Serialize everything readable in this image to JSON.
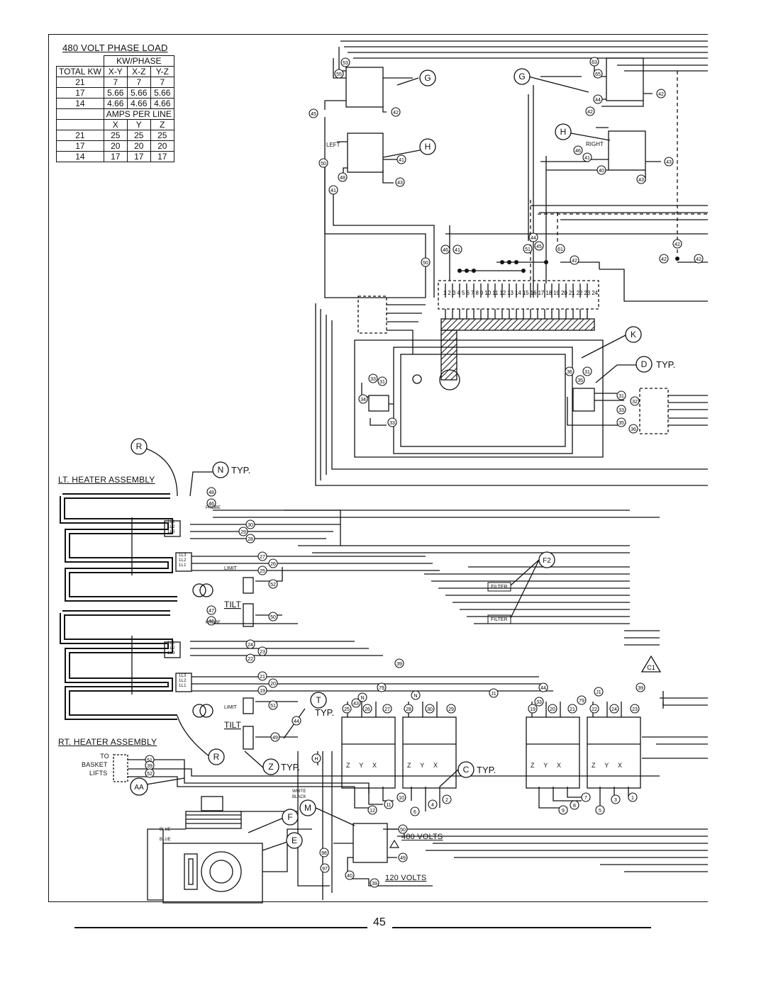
{
  "load_table": {
    "title": "480 VOLT PHASE LOAD",
    "kw_header": "KW/PHASE",
    "col_total": "TOTAL KW",
    "phase_cols": [
      "X-Y",
      "X-Z",
      "Y-Z"
    ],
    "kw_rows": [
      [
        "21",
        "7",
        "7",
        "7"
      ],
      [
        "17",
        "5.66",
        "5.66",
        "5.66"
      ],
      [
        "14",
        "4.66",
        "4.66",
        "4.66"
      ]
    ],
    "amps_header": "AMPS PER LINE",
    "line_cols": [
      "X",
      "Y",
      "Z"
    ],
    "amps_rows": [
      [
        "21",
        "25",
        "25",
        "25"
      ],
      [
        "17",
        "20",
        "20",
        "20"
      ],
      [
        "14",
        "17",
        "17",
        "17"
      ]
    ]
  },
  "labels": {
    "lt_heater": "LT. HEATER ASSEMBLY",
    "rt_heater": "RT. HEATER ASSEMBLY",
    "left": "LEFT",
    "right": "RIGHT",
    "typ": "TYP.",
    "probe": "PROBE",
    "limit": "LIMIT",
    "tilt": "TILT",
    "filter": "FILTER",
    "to_basket_lifts": [
      "TO",
      "BASKET",
      "LIFTS"
    ],
    "white": "WHITE",
    "black": "BLACK",
    "blue": "BLUE",
    "v480": "480 VOLTS",
    "v120": "120 VOLTS",
    "c1": "C1",
    "contactor_terms": [
      "Z",
      "Y",
      "X"
    ],
    "connector_nums": "1 2 3 4 5 6 7 8 9 10 11 12 13 14 15 16 17 18 19 20 21 22 23 24",
    "heater_terms": [
      "1L1",
      "1L2",
      "1L3"
    ],
    "heater_terms_b": [
      "1L3",
      "1L2",
      "1L1"
    ]
  },
  "callouts": [
    "R",
    "N",
    "G",
    "H",
    "K",
    "D",
    "T",
    "Z",
    "AA",
    "F",
    "E",
    "M",
    "C",
    "F2"
  ],
  "wire_numbers": [
    "1",
    "2",
    "3",
    "4",
    "5",
    "6",
    "7",
    "8",
    "9",
    "10",
    "11",
    "12",
    "19",
    "20",
    "21",
    "22",
    "23",
    "24",
    "25",
    "26",
    "27",
    "28",
    "29",
    "30",
    "31",
    "32",
    "33",
    "34",
    "35",
    "36",
    "39",
    "40",
    "41",
    "42",
    "43",
    "44",
    "45",
    "46",
    "47",
    "48",
    "49",
    "50",
    "51",
    "52",
    "53",
    "55",
    "61",
    "63",
    "65",
    "79",
    "97",
    "98"
  ],
  "page_number": "45"
}
